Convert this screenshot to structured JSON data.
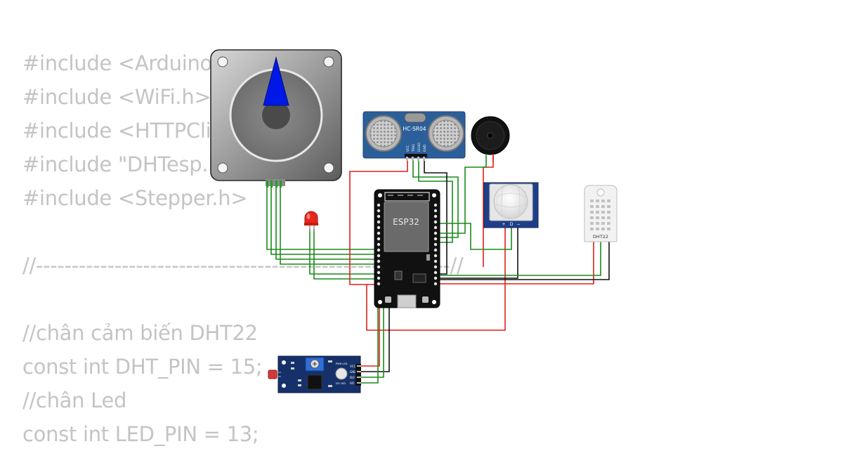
{
  "code_lines": [
    "#include <Arduino.h>",
    "#include <WiFi.h>",
    "#include <HTTPClient.h>",
    "#include \"DHTesp.h\"",
    "#include <Stepper.h>",
    "",
    "//----------------------------------------------------------//",
    "",
    "//chân cảm biến DHT22",
    "const int DHT_PIN = 15;",
    "//chân Led",
    "const int LED_PIN = 13;"
  ],
  "components": {
    "esp32": {
      "label": "ESP32"
    },
    "ultrasonic": {
      "label": "HC-SR04",
      "pins": [
        "VCC",
        "TRIG",
        "ECHO",
        "GND"
      ]
    },
    "dht": {
      "label": "DHT22"
    },
    "pir": {
      "pins": [
        "+",
        "D",
        "−"
      ]
    },
    "ldr": {
      "pins": [
        "VCC",
        "GND",
        "DO",
        "AO"
      ],
      "leds": [
        "PWR LED",
        "DO LED"
      ]
    }
  },
  "colors": {
    "wire_green": "#1a8a1a",
    "wire_red": "#e0211a",
    "wire_black": "#111111",
    "code_text": "#c4c4c4",
    "pointer": "#0018e6"
  }
}
